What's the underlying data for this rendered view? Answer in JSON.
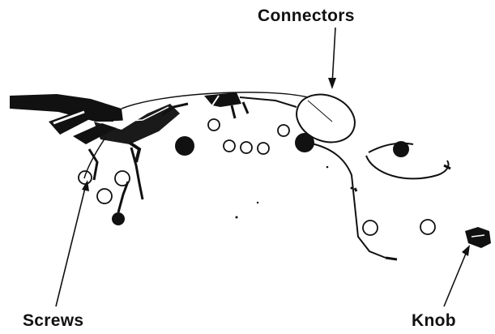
{
  "labels": {
    "connectors": "Connectors",
    "screws": "Screws",
    "knob": "Knob"
  },
  "colors": {
    "ink": "#111111",
    "background": "#ffffff"
  }
}
